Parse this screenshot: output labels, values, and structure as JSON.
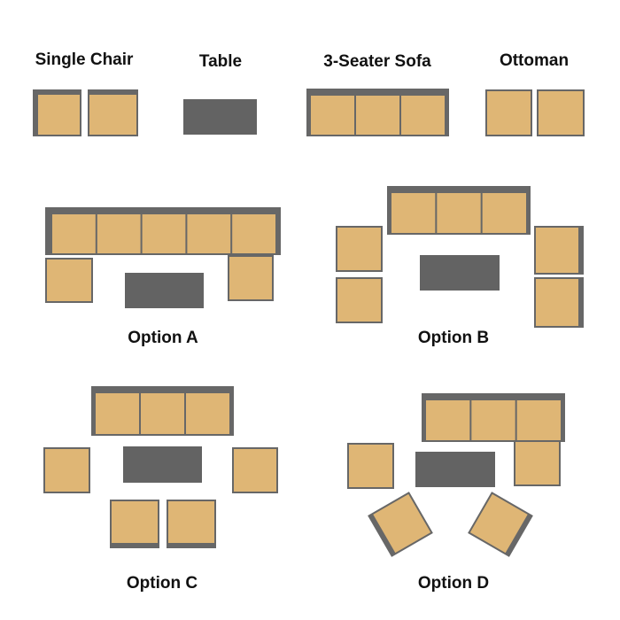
{
  "colors": {
    "frame": "#676767",
    "cushion": "#dfb675",
    "table": "#636363",
    "background": "#ffffff",
    "text": "#111111"
  },
  "legend": {
    "single_chair": "Single Chair",
    "table": "Table",
    "sofa": "3-Seater Sofa",
    "ottoman": "Ottoman"
  },
  "options": {
    "a": "Option A",
    "b": "Option B",
    "c": "Option C",
    "d": "Option D"
  }
}
